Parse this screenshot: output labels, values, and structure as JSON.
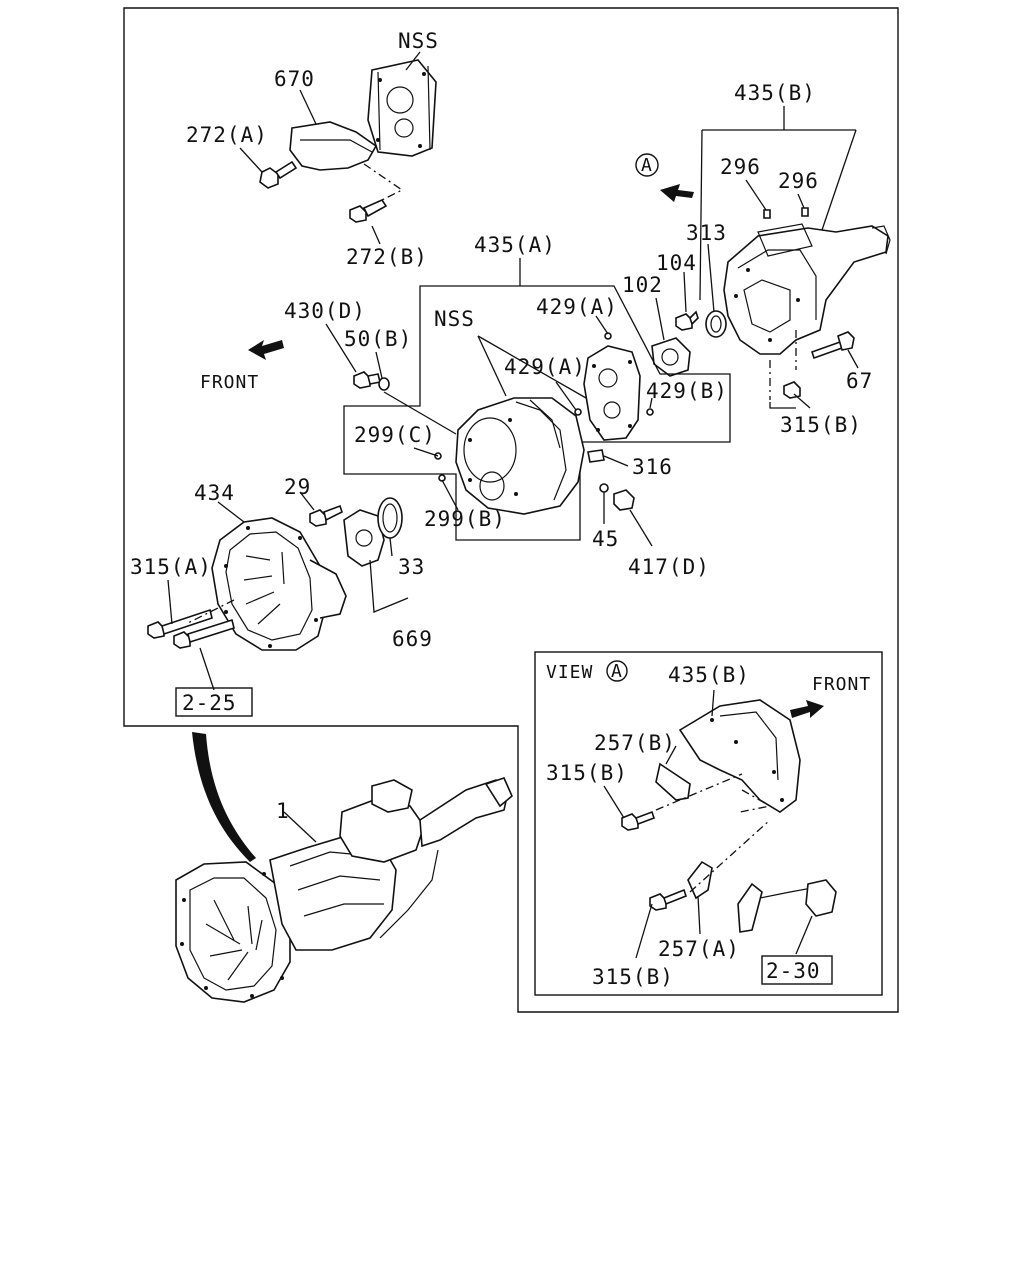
{
  "labels": {
    "nss_top": "NSS",
    "p670": "670",
    "p272a": "272(A)",
    "p272b": "272(B)",
    "p435a": "435(A)",
    "p435b_top": "435(B)",
    "circle_a": "A",
    "p296_1": "296",
    "p296_2": "296",
    "p313": "313",
    "p104": "104",
    "p102": "102",
    "p430d": "430(D)",
    "p50b": "50(B)",
    "front_main": "FRONT",
    "nss_mid": "NSS",
    "p429a_1": "429(A)",
    "p429a_2": "429(A)",
    "p429b": "429(B)",
    "p67": "67",
    "p315b_top": "315(B)",
    "p299c": "299(C)",
    "p316": "316",
    "p434": "434",
    "p29": "29",
    "p299b": "299(B)",
    "p45": "45",
    "p33": "33",
    "p417d": "417(D)",
    "p315a": "315(A)",
    "p669": "669",
    "ref_225": "2-25",
    "p1": "1",
    "view_label": "VIEW",
    "view_circle": "A",
    "p435b_view": "435(B)",
    "front_view": "FRONT",
    "p257b": "257(B)",
    "p315b_view1": "315(B)",
    "p257a": "257(A)",
    "p315b_view2": "315(B)",
    "ref_230": "2-30"
  }
}
